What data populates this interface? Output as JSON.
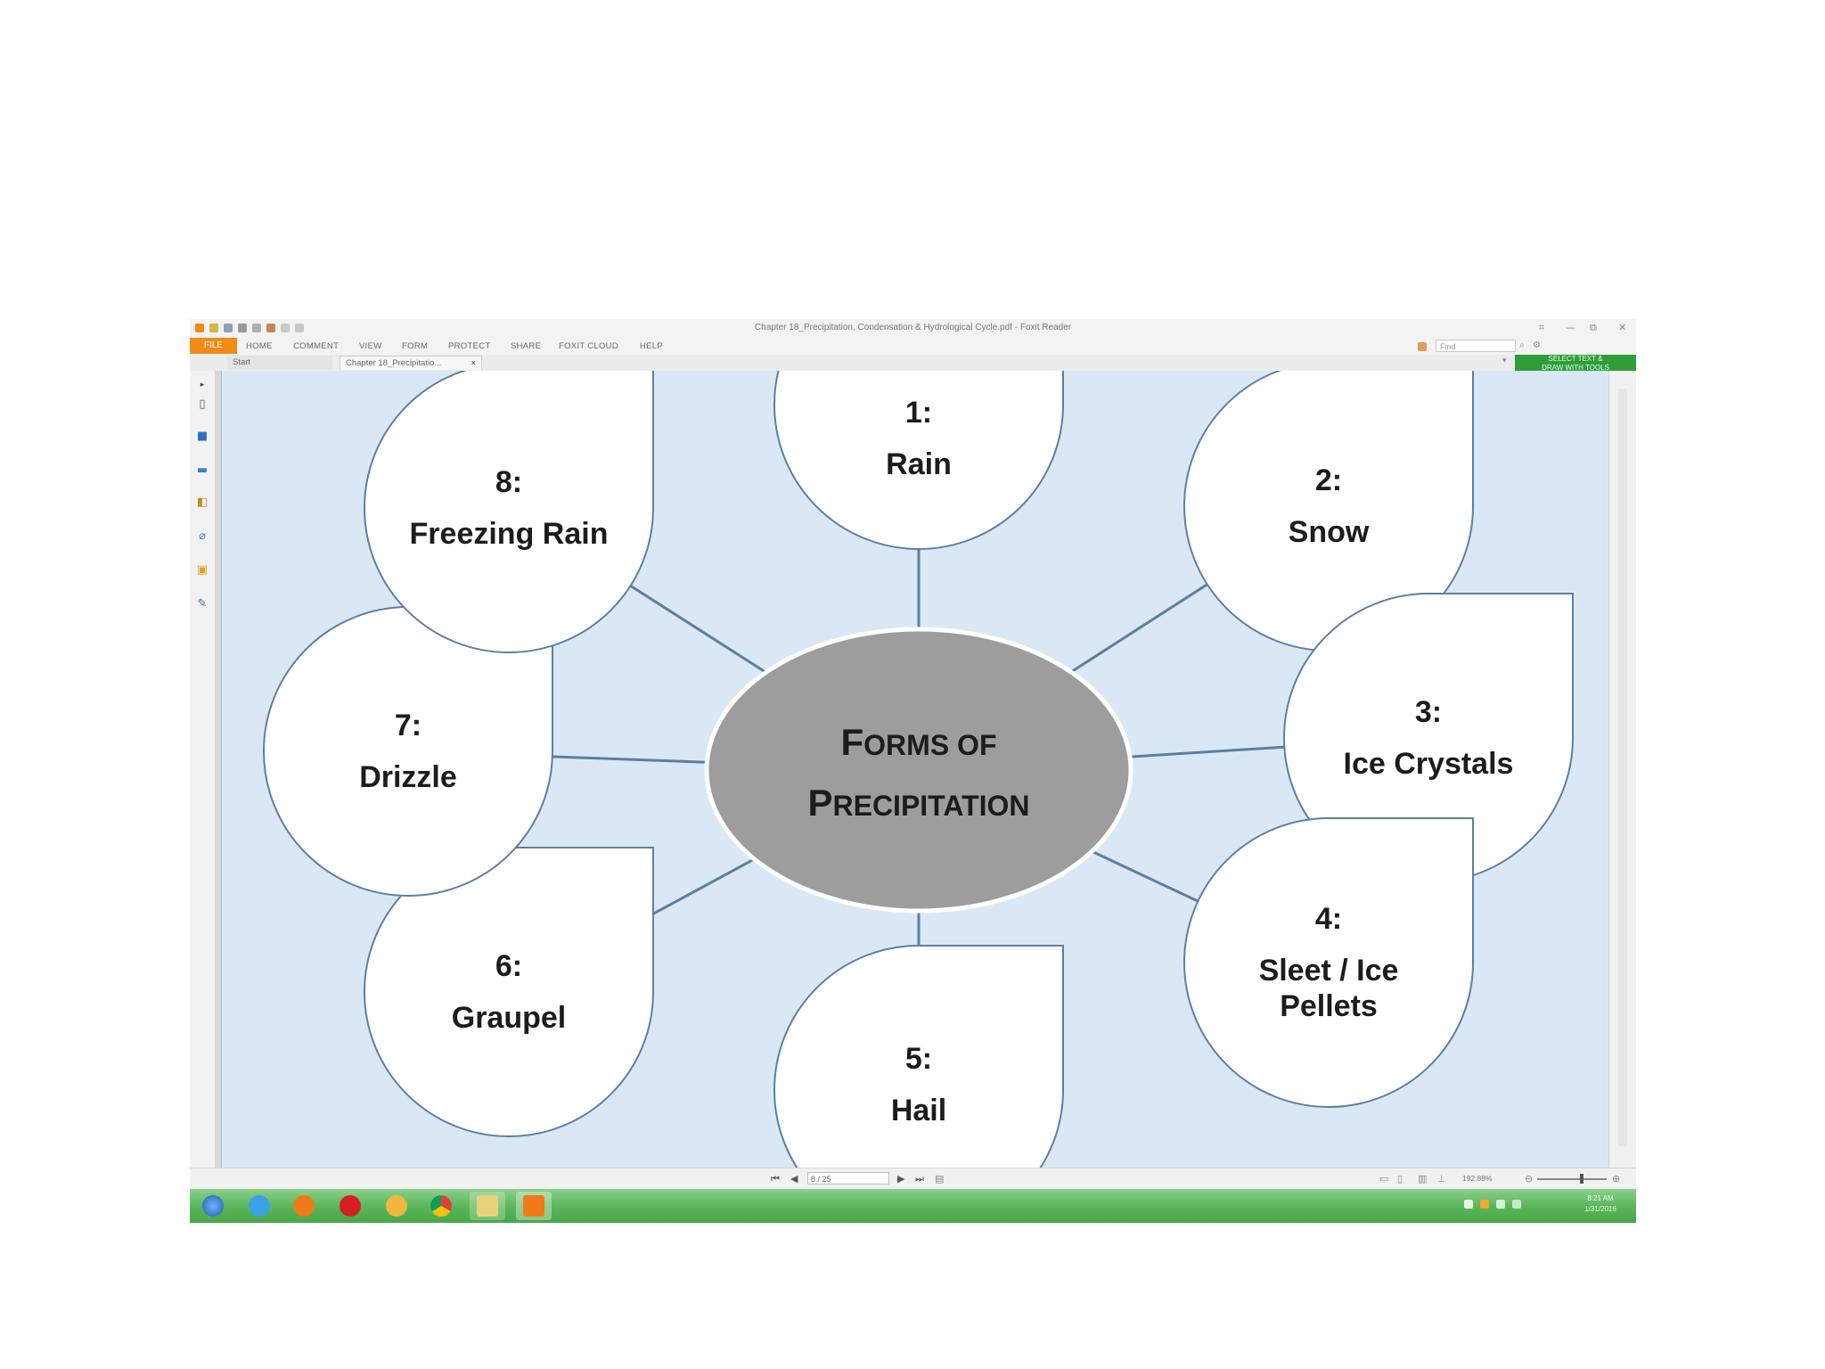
{
  "window": {
    "title": "Chapter 18_Precipitation, Condensation & Hydrological Cycle.pdf - Foxit Reader",
    "controls": [
      "⌗",
      "—",
      "⧉",
      "✕"
    ]
  },
  "ribbon": {
    "file_label": "FILE",
    "tabs": [
      "HOME",
      "COMMENT",
      "VIEW",
      "FORM",
      "PROTECT",
      "SHARE",
      "FOXIT CLOUD",
      "HELP"
    ],
    "find_placeholder": "Find"
  },
  "doc_tabs": [
    {
      "label": "Start"
    },
    {
      "label": "Chapter 18_Precipitatio...",
      "close": "×"
    }
  ],
  "ad_banner": {
    "line1": "SELECT TEXT &",
    "line2": "DRAW WITH TOOLS"
  },
  "diagram": {
    "center": {
      "line1_cap": "F",
      "line1_rest": "ORMS OF",
      "line2_cap": "P",
      "line2_rest": "RECIPITATION"
    },
    "bubbles": [
      {
        "num": "1:",
        "label": "Rain"
      },
      {
        "num": "2:",
        "label": "Snow"
      },
      {
        "num": "3:",
        "label": "Ice Crystals"
      },
      {
        "num": "4:",
        "label": "Sleet / Ice",
        "label2": "Pellets"
      },
      {
        "num": "5:",
        "label": "Hail"
      },
      {
        "num": "6:",
        "label": "Graupel"
      },
      {
        "num": "7:",
        "label": "Drizzle"
      },
      {
        "num": "8:",
        "label": "Freezing Rain"
      }
    ],
    "colors": {
      "background": "#dae8f6",
      "center_fill": "#9d9d9d",
      "bubble_fill": "#ffffff",
      "bubble_stroke": "#5e7fa0",
      "connector": "#5f7f9c"
    }
  },
  "status": {
    "page_field": "8 / 25",
    "zoom": "192.88%",
    "nav_first": "⏮",
    "nav_prev": "◀",
    "nav_next": "▶",
    "nav_last": "⏭"
  },
  "taskbar": {
    "apps": [
      "start-orb",
      "internet-explorer",
      "media-player",
      "opera",
      "paint",
      "chrome",
      "file-explorer",
      "foxit-reader"
    ],
    "clock_time": "8:21 AM",
    "clock_date": "1/31/2016"
  }
}
